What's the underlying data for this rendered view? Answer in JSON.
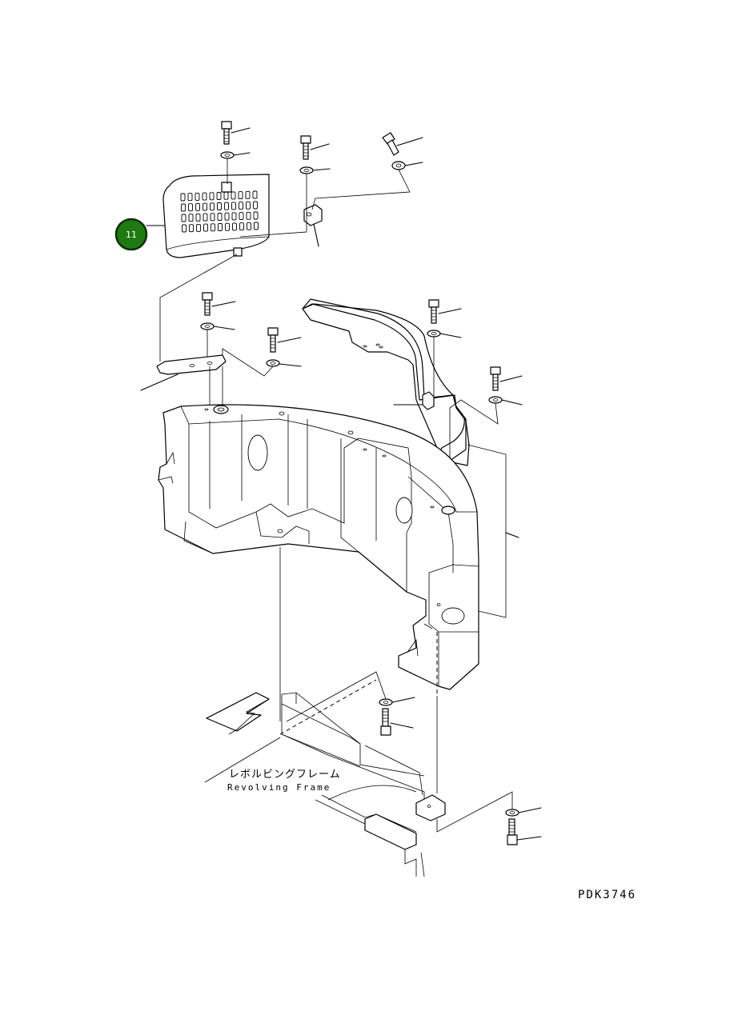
{
  "diagram": {
    "callout_number": "11",
    "callout_color": "#1f7a12",
    "frame_label_jp": "レボルビングフレーム",
    "frame_label_en": "Revolving Frame",
    "drawing_number": "PDK3746"
  }
}
